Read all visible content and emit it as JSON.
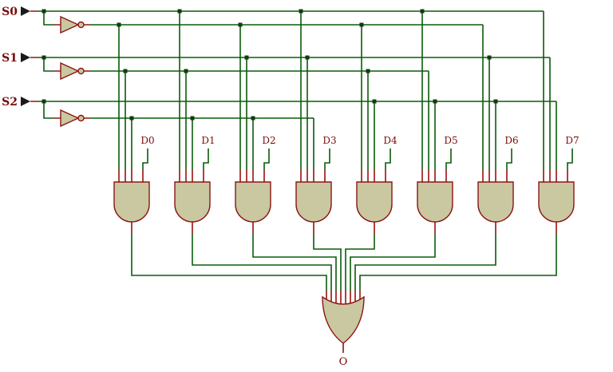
{
  "title": "8-to-1 multiplexer logic schematic",
  "colors": {
    "wire": "#0a5b0a",
    "pin_stub": "#9a1010",
    "gate_fill": "#c9c8a0",
    "gate_stroke": "#8b1616",
    "label": "#7a0a0a",
    "junction": "#123a12",
    "pin": "#1b1b1b",
    "background": "#ffffff"
  },
  "inputs": {
    "selects": [
      {
        "label": "S0"
      },
      {
        "label": "S1"
      },
      {
        "label": "S2"
      }
    ],
    "data": [
      {
        "label": "D0"
      },
      {
        "label": "D1"
      },
      {
        "label": "D2"
      },
      {
        "label": "D3"
      },
      {
        "label": "D4"
      },
      {
        "label": "D5"
      },
      {
        "label": "D6"
      },
      {
        "label": "D7"
      }
    ]
  },
  "output": {
    "label": "O"
  },
  "gate_types": {
    "and": 8,
    "not": 3,
    "or": 1
  }
}
